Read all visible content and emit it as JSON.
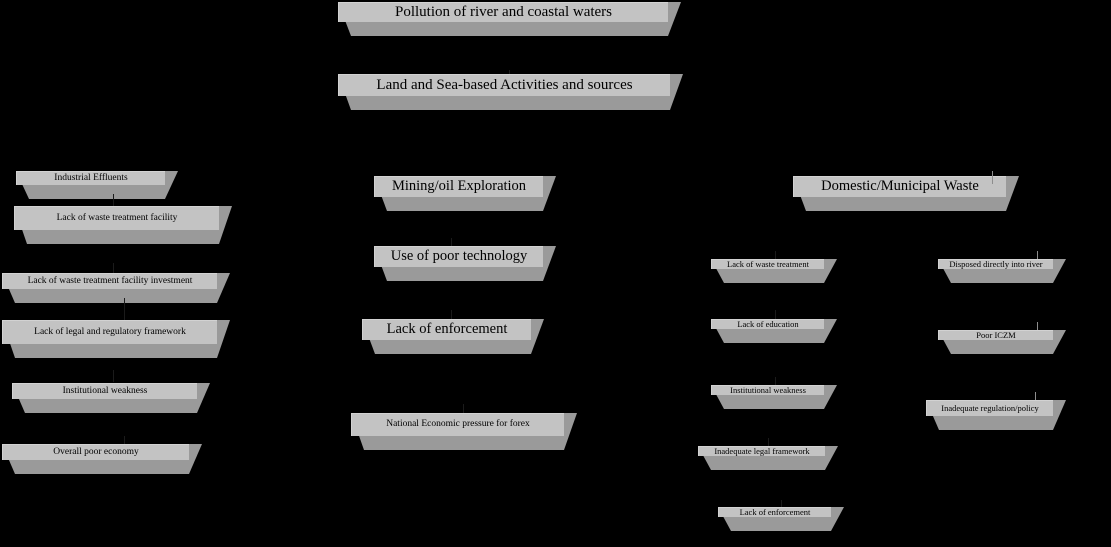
{
  "diagram": {
    "title": "Pollution of river and coastal waters causal chain",
    "background_color": "#000000",
    "node_face_color": "#c3c3c3",
    "node_shadow_color": "#9a9a9a",
    "text_color": "#000000",
    "type": "causal-chain-flowchart"
  },
  "header": {
    "problem": "Pollution of river and coastal waters",
    "activities": "Land and Sea-based Activities and sources"
  },
  "columns": [
    {
      "name": "industrial-effluents",
      "heading": "Industrial Effluents",
      "causes": [
        "Lack of waste treatment facility",
        "Lack of waste treatment facility investment",
        "Lack of legal and regulatory framework",
        "Institutional weakness",
        "Overall poor economy"
      ]
    },
    {
      "name": "mining-oil-exploration",
      "heading": "Mining/oil Exploration",
      "causes": [
        "Use of poor technology",
        "Lack of enforcement",
        "National Economic pressure for forex"
      ]
    },
    {
      "name": "domestic-municipal-waste",
      "heading": "Domestic/Municipal Waste",
      "causes_left": [
        "Lack of waste treatment",
        "Lack of education",
        "Institutional weakness",
        "Inadequate legal framework",
        "Lack of enforcement"
      ],
      "causes_right": [
        "Disposed directly into river",
        "Poor ICZM",
        "Inadequate regulation/policy"
      ]
    }
  ]
}
